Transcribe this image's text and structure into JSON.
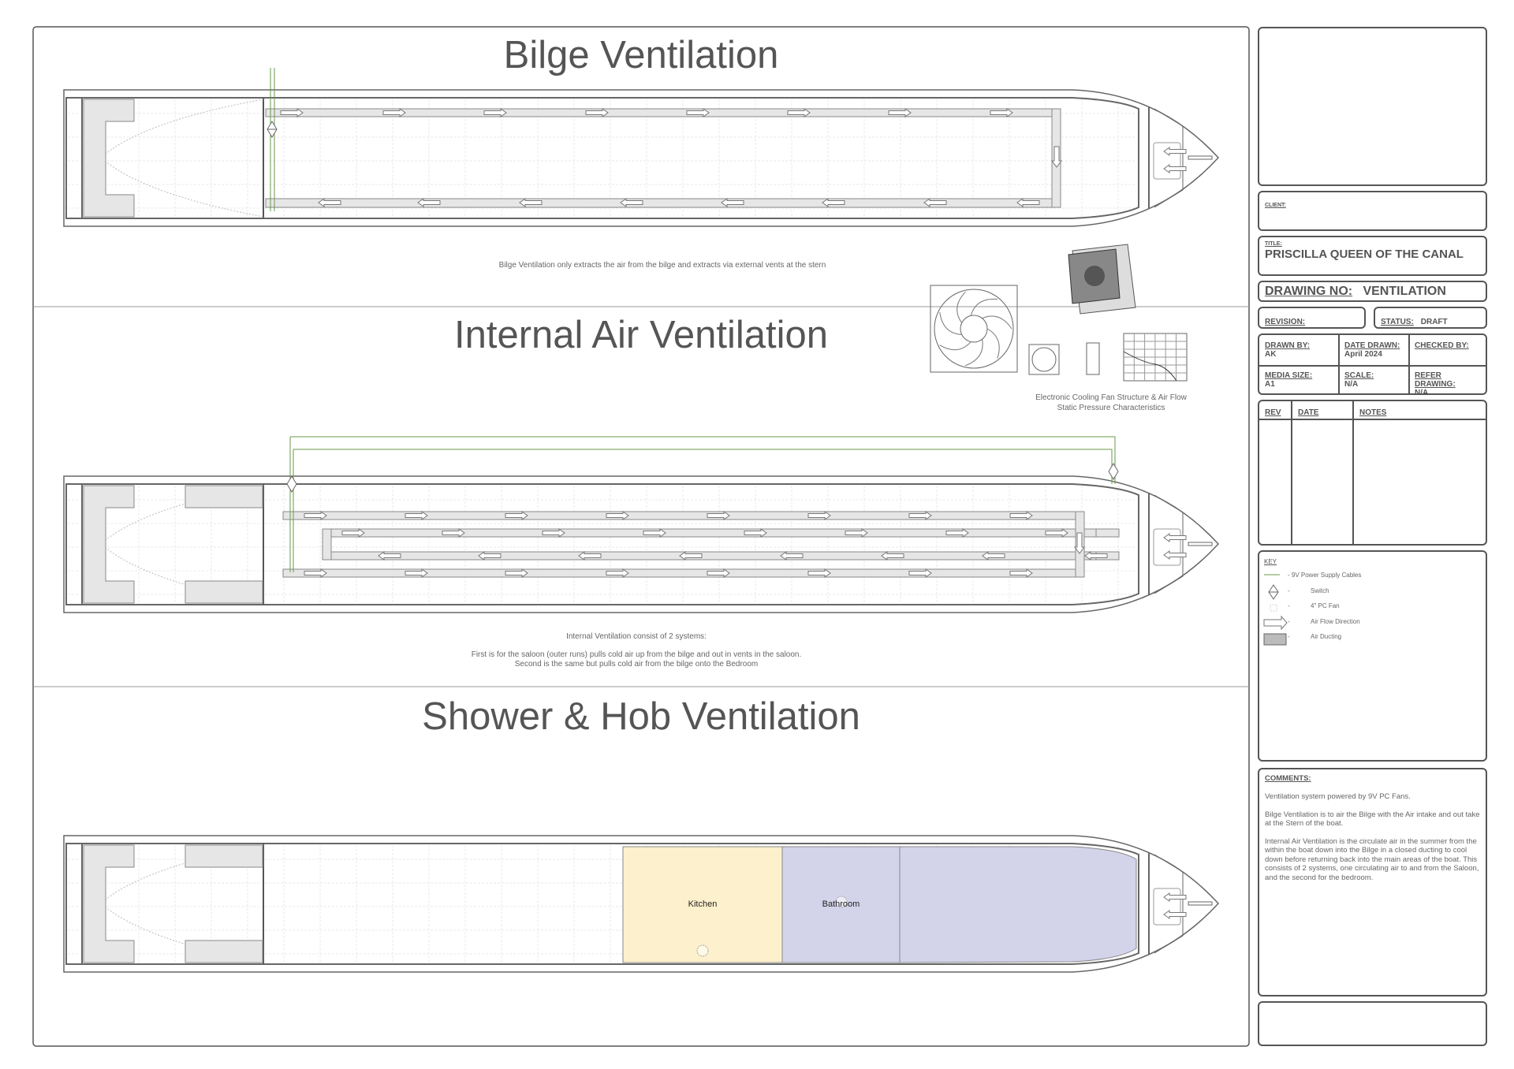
{
  "sections": {
    "bilge": {
      "title": "Bilge Ventilation",
      "caption": "Bilge Ventilation only extracts the air from the bilge and extracts via external vents at the stern"
    },
    "internal": {
      "title": "Internal Air Ventilation",
      "caption_lines": [
        "Internal Ventilation consist of 2 systems:",
        "First is for the saloon (outer runs) pulls cold air up from the bilge and out in vents in the saloon.",
        "Second is the same but pulls cold air from the bilge onto the Bedroom"
      ]
    },
    "shower": {
      "title": "Shower & Hob Ventilation",
      "rooms": [
        "Kitchen",
        "Bathroom"
      ]
    }
  },
  "fan_figure": {
    "caption_lines": [
      "Electronic Cooling Fan Structure & Air Flow",
      "Static Pressure Characteristics"
    ]
  },
  "title_block": {
    "client_label": "CLIENT:",
    "client_value": "",
    "title_label": "TITLE:",
    "title_value": "PRISCILLA QUEEN OF THE CANAL",
    "drawing_no_label": "DRAWING NO:",
    "drawing_no_value": "VENTILATION",
    "revision_label": "REVISION:",
    "revision_value": "",
    "status_label": "STATUS:",
    "status_value": "DRAFT",
    "drawn_by_label": "DRAWN BY:",
    "drawn_by_value": "AK",
    "date_drawn_label": "DATE DRAWN:",
    "date_drawn_value": "April 2024",
    "checked_by_label": "CHECKED BY:",
    "checked_by_value": "",
    "media_size_label": "MEDIA SIZE:",
    "media_size_value": "A1",
    "scale_label": "SCALE:",
    "scale_value": "N/A",
    "refer_drawing_label": "REFER DRAWING:",
    "refer_drawing_value": "N/A"
  },
  "revision_table": {
    "headers": [
      "REV",
      "DATE",
      "NOTES"
    ]
  },
  "key": {
    "title": "KEY",
    "items": [
      "- 9V Power Supply Cables",
      "Switch",
      "4\" PC Fan",
      "Air Flow Direction",
      "Air Ducting"
    ],
    "dash": "-"
  },
  "comments": {
    "title": "COMMENTS:",
    "paragraphs": [
      "Ventilation system powered by 9V PC Fans.",
      "Bilge Ventilation is to air the Bilge with the Air intake and out take at the Stern of the boat.",
      "Internal Air Ventilation is the circulate air in the summer from the within the boat down into the Bilge in a closed ducting to cool down before returning back into the main areas of the boat. This consists of 2 systems, one circulating air to and from the Saloon, and the second for the bedroom."
    ]
  },
  "colors": {
    "line": "#555555",
    "cable": "#6a9a4a",
    "duct": "#e6e6e6",
    "kitchen": "#fdf0cc",
    "bath": "#d3d3ea"
  }
}
